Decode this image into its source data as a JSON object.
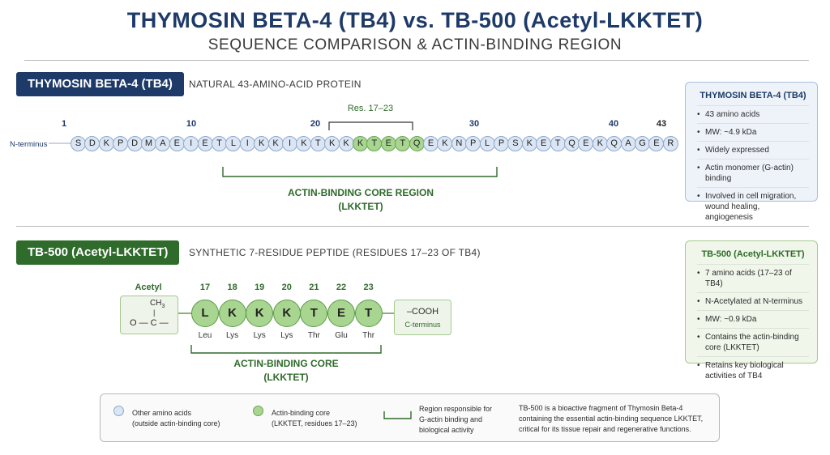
{
  "header": {
    "title": "THYMOSIN BETA-4 (TB4) vs. TB-500 (Acetyl-LKKTET)",
    "subtitle": "SEQUENCE COMPARISON & ACTIN-BINDING REGION"
  },
  "tb4": {
    "badge": "THYMOSIN BETA-4 (TB4)",
    "description": "NATURAL 43-AMINO-ACID PROTEIN",
    "n_terminus": "N-terminus",
    "position_labels": [
      "1",
      "10",
      "20",
      "30",
      "40",
      "43"
    ],
    "residues_label": "Res. 17–23",
    "sequence": [
      "S",
      "D",
      "K",
      "P",
      "D",
      "M",
      "A",
      "E",
      "I",
      "E",
      "T",
      "L",
      "I",
      "K",
      "K",
      "I",
      "K",
      "T",
      "K",
      "K",
      "K",
      "T",
      "E",
      "T",
      "Q",
      "E",
      "K",
      "N",
      "P",
      "L",
      "P",
      "S",
      "K",
      "E",
      "T",
      "Q",
      "E",
      "K",
      "Q",
      "A",
      "G",
      "E",
      "R"
    ],
    "core_start": 20,
    "core_end": 24,
    "core_label_1": "ACTIN-BINDING CORE REGION",
    "core_label_2": "(LKKTET)"
  },
  "tb500": {
    "badge": "TB-500 (Acetyl-LKKTET)",
    "description": "SYNTHETIC 7-RESIDUE PEPTIDE (RESIDUES 17–23 OF TB4)",
    "acetyl_label": "Acetyl",
    "acetyl_ch3": "CH",
    "acetyl_sub": "3",
    "acetyl_bar": "|",
    "acetyl_formula": "O — C —",
    "residues": [
      {
        "num": "17",
        "letter": "L",
        "name": "Leu"
      },
      {
        "num": "18",
        "letter": "K",
        "name": "Lys"
      },
      {
        "num": "19",
        "letter": "K",
        "name": "Lys"
      },
      {
        "num": "20",
        "letter": "K",
        "name": "Lys"
      },
      {
        "num": "21",
        "letter": "T",
        "name": "Thr"
      },
      {
        "num": "22",
        "letter": "E",
        "name": "Glu"
      },
      {
        "num": "23",
        "letter": "T",
        "name": "Thr"
      }
    ],
    "cooh": "–COOH",
    "c_terminus": "C-terminus",
    "core_label_1": "ACTIN-BINDING CORE",
    "core_label_2": "(LKKTET)"
  },
  "info_tb4": {
    "title": "THYMOSIN BETA-4 (TB4)",
    "items": [
      "43 amino acids",
      "MW: ~4.9 kDa",
      "Widely expressed",
      "Actin monomer (G-actin) binding",
      "Involved in cell migration, wound healing, angiogenesis"
    ]
  },
  "info_tb500": {
    "title": "TB-500 (Acetyl-LKKTET)",
    "items": [
      "7 amino acids (17–23 of TB4)",
      "N-Acetylated at N-terminus",
      "MW: ~0.9 kDa",
      "Contains the actin-binding core (LKKTET)",
      "Retains key biological activities of TB4"
    ]
  },
  "legend": {
    "other_1": "Other amino acids",
    "other_2": "(outside actin-binding core)",
    "core_1": "Actin-binding core",
    "core_2": "(LKKTET, residues 17–23)",
    "region_1": "Region responsible for",
    "region_2": "G-actin binding and",
    "region_3": "biological activity",
    "note": "TB-500 is a bioactive fragment of Thymosin Beta-4 containing the essential actin-binding sequence LKKTET, critical for its tissue repair and regenerative functions."
  },
  "colors": {
    "navy": "#1d3a68",
    "green": "#2f6b2a",
    "core_fill": "#a8d590",
    "other_fill": "#dbe6f5"
  }
}
